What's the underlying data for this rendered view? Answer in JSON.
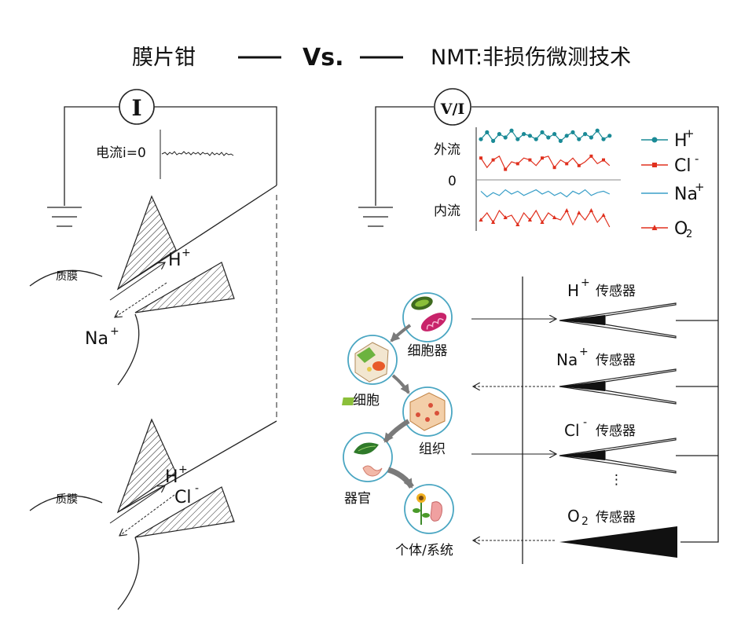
{
  "title": {
    "left": "膜片钳",
    "vs": "Vs.",
    "right": "NMT:非损伤微测技术"
  },
  "patch_clamp": {
    "meter_symbol": "I",
    "current_label": "电流i=0",
    "membrane_label_top": "质膜",
    "membrane_label_bottom": "质膜",
    "ion_h_top": "H",
    "ion_h_top_sup": "+",
    "ion_na": "Na",
    "ion_na_sup": "+",
    "ion_h_bottom": "H",
    "ion_h_bottom_sup": "+",
    "ion_cl": "Cl",
    "ion_cl_sup": "-"
  },
  "nmt": {
    "meter_symbol": "V/I",
    "axis_out": "外流",
    "axis_zero": "0",
    "axis_in": "内流",
    "legend": [
      {
        "ion": "H",
        "sup": "+",
        "sub": "",
        "color": "#1a8a96",
        "marker": "circle"
      },
      {
        "ion": "Cl",
        "sup": "-",
        "sub": "",
        "color": "#e0301e",
        "marker": "square"
      },
      {
        "ion": "Na",
        "sup": "+",
        "sub": "",
        "color": "#3a9fc8",
        "marker": "none"
      },
      {
        "ion": "O",
        "sup": "",
        "sub": "2",
        "color": "#e0301e",
        "marker": "triangle"
      }
    ],
    "levels": [
      "细胞器",
      "细胞",
      "组织",
      "器官",
      "个体/系统"
    ],
    "sensors": [
      {
        "ion": "H",
        "sup": "+",
        "sub": "",
        "suffix": "传感器"
      },
      {
        "ion": "Na",
        "sup": "+",
        "sub": "",
        "suffix": "传感器"
      },
      {
        "ion": "Cl",
        "sup": "-",
        "sub": "",
        "suffix": "传感器"
      },
      {
        "ion": "O",
        "sup": "",
        "sub": "2",
        "suffix": "传感器"
      }
    ],
    "ellipsis": "⋮"
  },
  "colors": {
    "line": "#222222",
    "teal": "#1a8a96",
    "red": "#e0301e",
    "blue": "#3a9fc8",
    "circle_edge": "#4aa6c2"
  }
}
